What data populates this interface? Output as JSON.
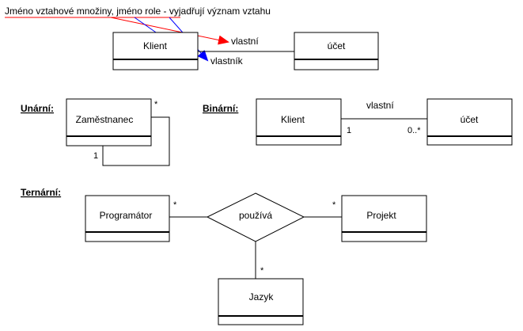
{
  "annotation": {
    "text_part1": "Jméno vztahové množiny",
    "text_sep": ", ",
    "text_part2": "jméno role",
    "text_part3": " - vyjadřují význam vztahu",
    "arrow_color_red": "#ff0000",
    "arrow_color_blue": "#0000ff"
  },
  "top": {
    "left_class": "Klient",
    "right_class": "účet",
    "role_upper": "vlastní",
    "role_lower": "vlastník"
  },
  "unary": {
    "heading": "Unární:",
    "class": "Zaměstnanec",
    "mult_star": "*",
    "mult_one": "1"
  },
  "binary": {
    "heading": "Binární:",
    "left_class": "Klient",
    "right_class": "účet",
    "association": "vlastní",
    "mult_left": "1",
    "mult_right": "0..*"
  },
  "ternary": {
    "heading": "Ternární:",
    "left_class": "Programátor",
    "right_class": "Projekt",
    "bottom_class": "Jazyk",
    "association": "používá",
    "mult_left": "*",
    "mult_right": "*",
    "mult_bottom": "*"
  }
}
